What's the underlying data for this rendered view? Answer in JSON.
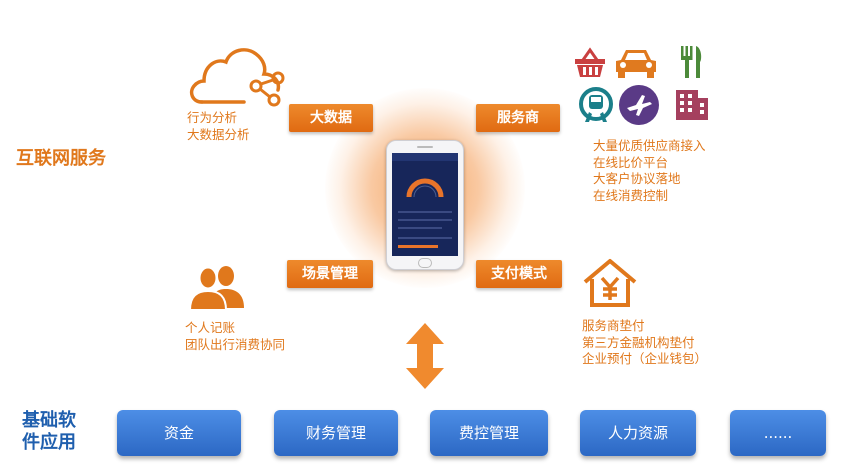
{
  "left_titles": {
    "internet_service": "互联网服务",
    "basic_software_line1": "基础软",
    "basic_software_line2": "件应用"
  },
  "quadrants": {
    "big_data": {
      "tag": "大数据",
      "notes": [
        "行为分析",
        "大数据分析"
      ]
    },
    "service_provider": {
      "tag": "服务商",
      "notes": [
        "大量优质供应商接入",
        "在线比价平台",
        "大客户协议落地",
        "在线消费控制"
      ]
    },
    "scenario": {
      "tag": "场景管理",
      "notes": [
        "个人记账",
        "团队出行消费协同"
      ]
    },
    "payment": {
      "tag": "支付模式",
      "notes": [
        "服务商垫付",
        "第三方金融机构垫付",
        "企业预付（企业钱包）"
      ]
    }
  },
  "bottom_buttons": [
    "资金",
    "财务管理",
    "费控管理",
    "人力资源",
    "......"
  ],
  "colors": {
    "orange": "#e0781c",
    "blue": "#2c68c4",
    "purple": "#5a3a86",
    "teal": "#1b7f8a"
  },
  "icons": [
    "cloud-share-icon",
    "basket-icon",
    "car-icon",
    "cutlery-icon",
    "train-icon",
    "plane-icon",
    "building-icon",
    "users-icon",
    "house-yen-icon",
    "double-arrow-icon"
  ]
}
